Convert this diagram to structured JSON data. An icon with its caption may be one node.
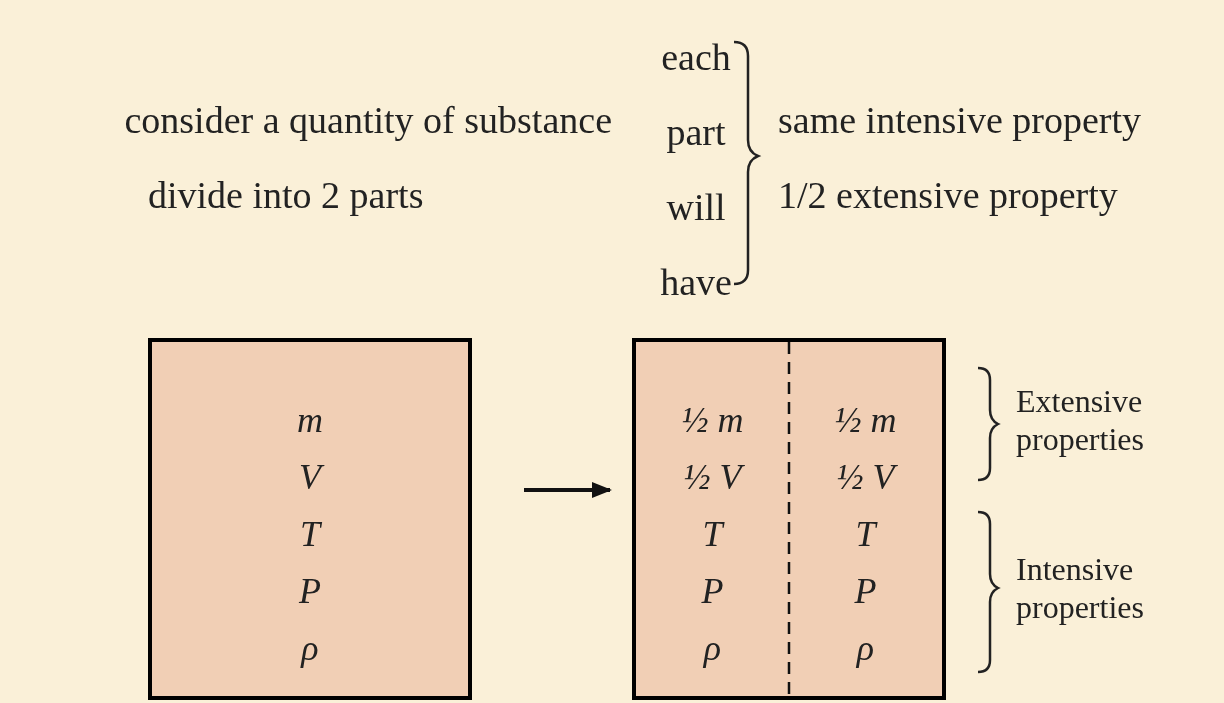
{
  "diagram": {
    "nodes": [
      {
        "text": [
          "m",
          "V",
          "T",
          "P",
          "ρ"
        ]
      },
      {
        "text": [],
        "shape": "box"
      },
      {
        "text": [
          "½ m",
          "½ V",
          "T",
          "P",
          "ρ"
        ],
        "in": 1
      },
      {
        "text": [
          "½ m",
          "½ V",
          "T",
          "P",
          "ρ"
        ],
        "in": 1
      }
    ],
    "edges": [
      {
        "from": 0,
        "to": 1,
        "arrow": "to"
      }
    ],
    "labels": [
      "consider a quantity of substance",
      "divide into 2 parts",
      "each part will have",
      "same intensive property",
      "1/2 extensive property",
      "Extensive properties",
      "Intensive properties"
    ]
  }
}
